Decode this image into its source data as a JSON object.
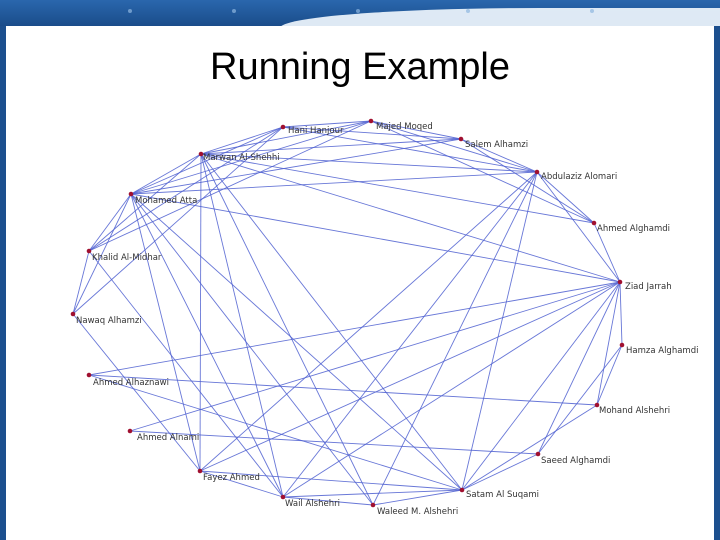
{
  "slide": {
    "title": "Running Example"
  },
  "colors": {
    "edge": "#4e5fd0",
    "node": "#a01030",
    "background": "#ffffff",
    "frame": "#1c4f8e"
  },
  "graph": {
    "nodes": [
      {
        "id": "hani",
        "label": "Hani Hanjour"
      },
      {
        "id": "majed",
        "label": "Majed Moqed"
      },
      {
        "id": "salem",
        "label": "Salem Alhamzi"
      },
      {
        "id": "abdulaziz",
        "label": "Abdulaziz Alomari"
      },
      {
        "id": "ahmedg",
        "label": "Ahmed Alghamdi"
      },
      {
        "id": "ziad",
        "label": "Ziad Jarrah"
      },
      {
        "id": "hamza",
        "label": "Hamza Alghamdi"
      },
      {
        "id": "mohand",
        "label": "Mohand Alshehri"
      },
      {
        "id": "saeed",
        "label": "Saeed Alghamdi"
      },
      {
        "id": "satam",
        "label": "Satam Al Suqami"
      },
      {
        "id": "waleed",
        "label": "Waleed M. Alshehri"
      },
      {
        "id": "wail",
        "label": "Wail Alshehri"
      },
      {
        "id": "fayez",
        "label": "Fayez Ahmed"
      },
      {
        "id": "ahmedn",
        "label": "Ahmed Alnami"
      },
      {
        "id": "ahmedh",
        "label": "Ahmed Alhaznawi"
      },
      {
        "id": "nawaq",
        "label": "Nawaq Alhamzi"
      },
      {
        "id": "khalid",
        "label": "Khalid Al-Midhar"
      },
      {
        "id": "mohamed",
        "label": "Mohamed Atta"
      },
      {
        "id": "marwan",
        "label": "Marwan Al-Shehhi"
      }
    ],
    "edges": [
      [
        "hani",
        "majed"
      ],
      [
        "hani",
        "salem"
      ],
      [
        "hani",
        "abdulaziz"
      ],
      [
        "hani",
        "marwan"
      ],
      [
        "hani",
        "mohamed"
      ],
      [
        "hani",
        "khalid"
      ],
      [
        "hani",
        "nawaq"
      ],
      [
        "majed",
        "salem"
      ],
      [
        "majed",
        "marwan"
      ],
      [
        "majed",
        "mohamed"
      ],
      [
        "majed",
        "abdulaziz"
      ],
      [
        "majed",
        "khalid"
      ],
      [
        "majed",
        "ahmedg"
      ],
      [
        "salem",
        "abdulaziz"
      ],
      [
        "salem",
        "ahmedg"
      ],
      [
        "salem",
        "marwan"
      ],
      [
        "salem",
        "mohamed"
      ],
      [
        "abdulaziz",
        "ahmedg"
      ],
      [
        "abdulaziz",
        "ziad"
      ],
      [
        "abdulaziz",
        "marwan"
      ],
      [
        "abdulaziz",
        "mohamed"
      ],
      [
        "abdulaziz",
        "satam"
      ],
      [
        "abdulaziz",
        "wail"
      ],
      [
        "abdulaziz",
        "fayez"
      ],
      [
        "abdulaziz",
        "waleed"
      ],
      [
        "ahmedg",
        "ziad"
      ],
      [
        "ahmedg",
        "marwan"
      ],
      [
        "ziad",
        "hamza"
      ],
      [
        "ziad",
        "mohand"
      ],
      [
        "ziad",
        "marwan"
      ],
      [
        "ziad",
        "mohamed"
      ],
      [
        "ziad",
        "fayez"
      ],
      [
        "ziad",
        "satam"
      ],
      [
        "ziad",
        "wail"
      ],
      [
        "ziad",
        "ahmedn"
      ],
      [
        "ziad",
        "ahmedh"
      ],
      [
        "ziad",
        "saeed"
      ],
      [
        "hamza",
        "mohand"
      ],
      [
        "hamza",
        "saeed"
      ],
      [
        "mohand",
        "satam"
      ],
      [
        "mohand",
        "ahmedh"
      ],
      [
        "saeed",
        "ahmedn"
      ],
      [
        "saeed",
        "satam"
      ],
      [
        "satam",
        "waleed"
      ],
      [
        "satam",
        "wail"
      ],
      [
        "satam",
        "marwan"
      ],
      [
        "satam",
        "mohamed"
      ],
      [
        "satam",
        "fayez"
      ],
      [
        "waleed",
        "wail"
      ],
      [
        "waleed",
        "marwan"
      ],
      [
        "waleed",
        "mohamed"
      ],
      [
        "wail",
        "fayez"
      ],
      [
        "wail",
        "marwan"
      ],
      [
        "wail",
        "mohamed"
      ],
      [
        "wail",
        "khalid"
      ],
      [
        "fayez",
        "marwan"
      ],
      [
        "fayez",
        "mohamed"
      ],
      [
        "fayez",
        "nawaq"
      ],
      [
        "ahmedh",
        "satam"
      ],
      [
        "nawaq",
        "khalid"
      ],
      [
        "nawaq",
        "mohamed"
      ],
      [
        "khalid",
        "mohamed"
      ],
      [
        "khalid",
        "marwan"
      ],
      [
        "mohamed",
        "marwan"
      ]
    ]
  }
}
